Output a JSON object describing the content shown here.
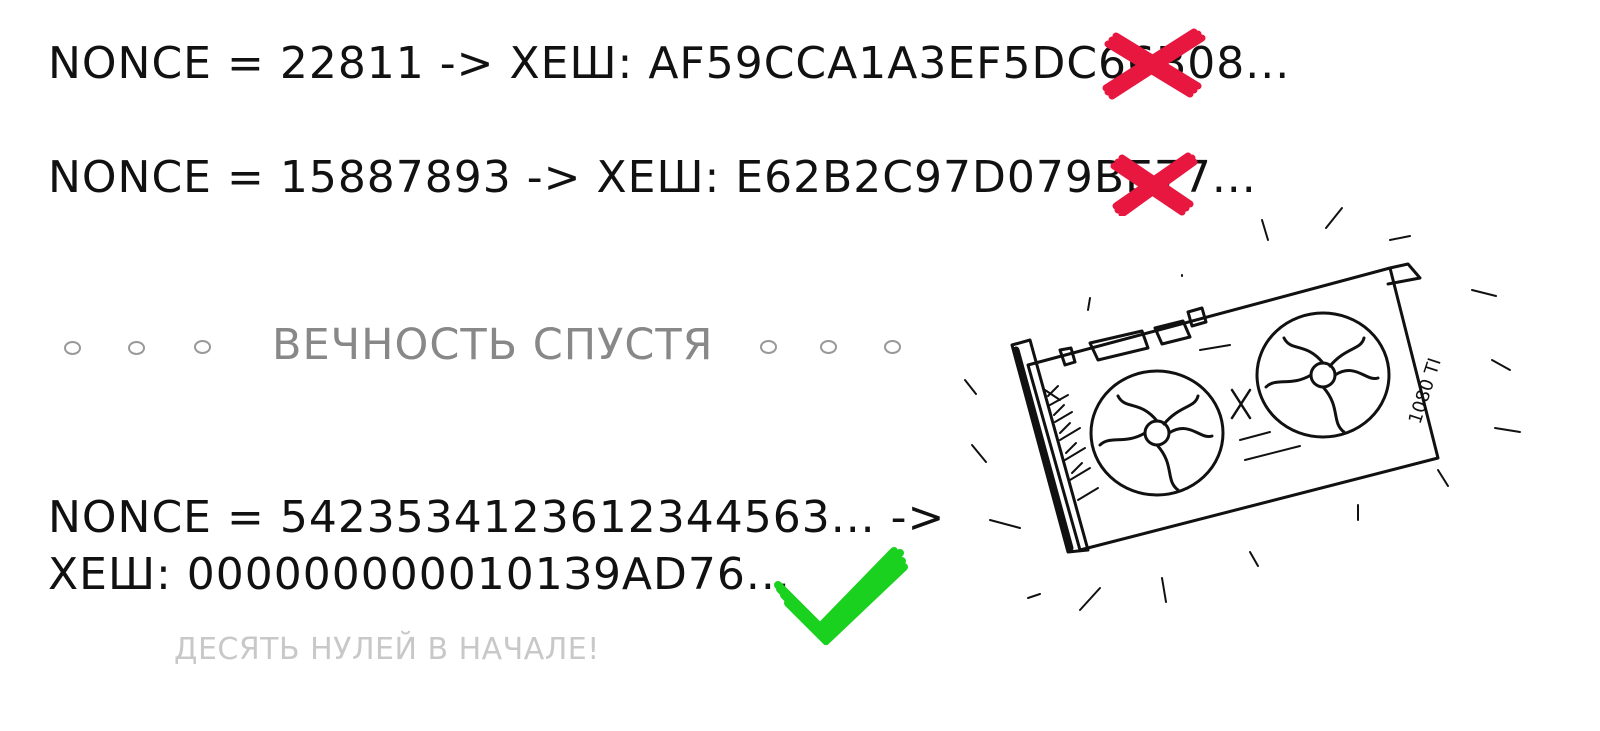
{
  "lines": {
    "attempt1": "NONCE = 22811 -> ХЕШ: AF59CCA1A3EF5DC66B08...",
    "attempt2": "NONCE = 15887893 -> ХЕШ: E62B2C97D079BE77...",
    "final_nonce": "NONCE = 5423534123612344563... ->",
    "final_hash": "ХЕШ: 0000000000101З9AD76..."
  },
  "eternity_caption": "ВЕЧНОСТЬ СПУСТЯ",
  "note": "ДЕСЯТЬ НУЛЕЙ В НАЧАЛЕ!",
  "gpu_label": "1080 TI",
  "colors": {
    "fail": "#e8173f",
    "success": "#19d11e",
    "ink": "#111111",
    "muted": "#888888"
  },
  "icons": {
    "fail": "red-cross-icon",
    "success": "green-check-icon"
  }
}
